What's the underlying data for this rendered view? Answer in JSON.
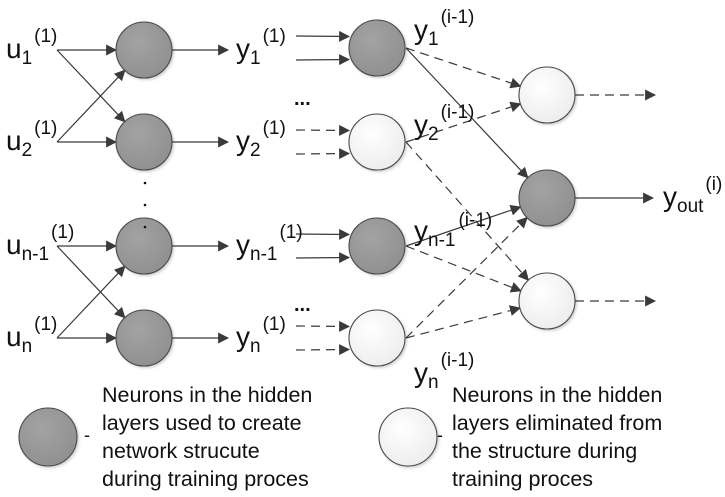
{
  "colors": {
    "active_fill": "#9a9a9a",
    "eliminated_fill": "#f4f4f4",
    "stroke": "#444444",
    "edge": "#3a3a3a"
  },
  "inputs": [
    {
      "base": "u",
      "sub": "1",
      "sup": "(1)"
    },
    {
      "base": "u",
      "sub": "2",
      "sup": "(1)"
    },
    {
      "base": "u",
      "sub": "n-1",
      "sup": "(1)"
    },
    {
      "base": "u",
      "sub": "n",
      "sup": "(1)"
    }
  ],
  "first_layer_outputs": [
    {
      "base": "y",
      "sub": "1",
      "sup": "(1)"
    },
    {
      "base": "y",
      "sub": "2",
      "sup": "(1)"
    },
    {
      "base": "y",
      "sub": "n-1",
      "sup": "(1)"
    },
    {
      "base": "y",
      "sub": "n",
      "sup": "(1)"
    }
  ],
  "layer_i_minus_1_outputs": [
    {
      "base": "y",
      "sub": "1",
      "sup": "(i-1)"
    },
    {
      "base": "y",
      "sub": "2",
      "sup": "(i-1)"
    },
    {
      "base": "y",
      "sub": "n-1",
      "sup": "(i-1)"
    },
    {
      "base": "y",
      "sub": "n",
      "sup": "(i-1)"
    }
  ],
  "output": {
    "base": "y",
    "sub": "out",
    "sup": "(i)"
  },
  "ellipsis": "...",
  "layers": {
    "layer1": [
      "active",
      "active",
      "active",
      "active"
    ],
    "layer2": [
      "active",
      "eliminated",
      "active",
      "eliminated"
    ],
    "layer3": [
      "eliminated",
      "active",
      "eliminated"
    ]
  },
  "legend": [
    {
      "state": "active",
      "dash": "-",
      "text": "Neurons in the hidden\nlayers used to create\nnetwork strucute\nduring training proces"
    },
    {
      "state": "eliminated",
      "dash": "-",
      "text": "Neurons in the hidden\nlayers eliminated from\nthe structure during\ntraining proces"
    }
  ]
}
